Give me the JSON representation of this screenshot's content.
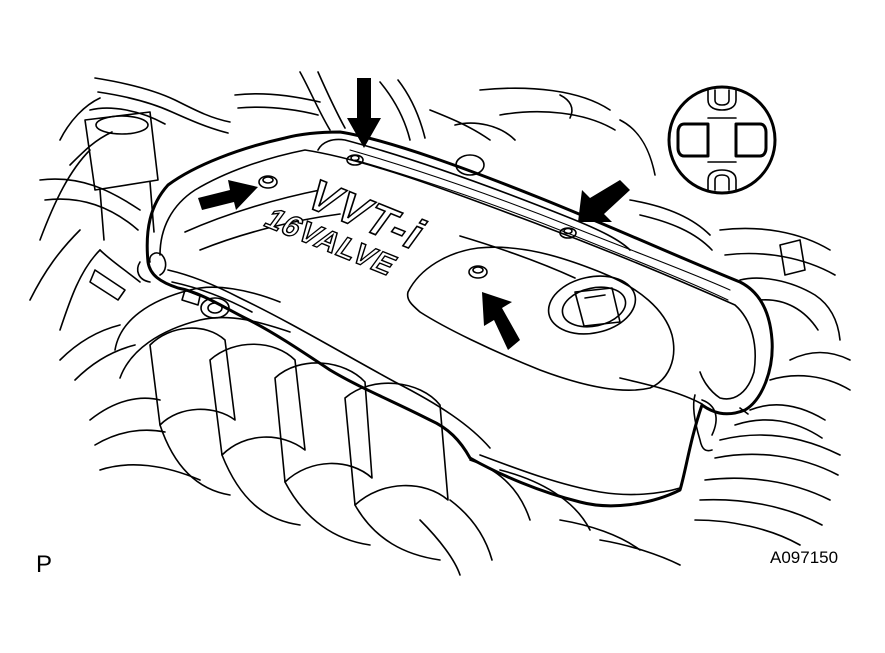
{
  "figure": {
    "view_label": "P",
    "figure_id": "A097150",
    "cover_marking_line1": "VVT-i",
    "cover_marking_line2": "16VALVE"
  },
  "icons": [
    "arrow-icon",
    "clip-detail-icon"
  ],
  "colors": {
    "ink": "#000000",
    "paper": "#ffffff"
  }
}
